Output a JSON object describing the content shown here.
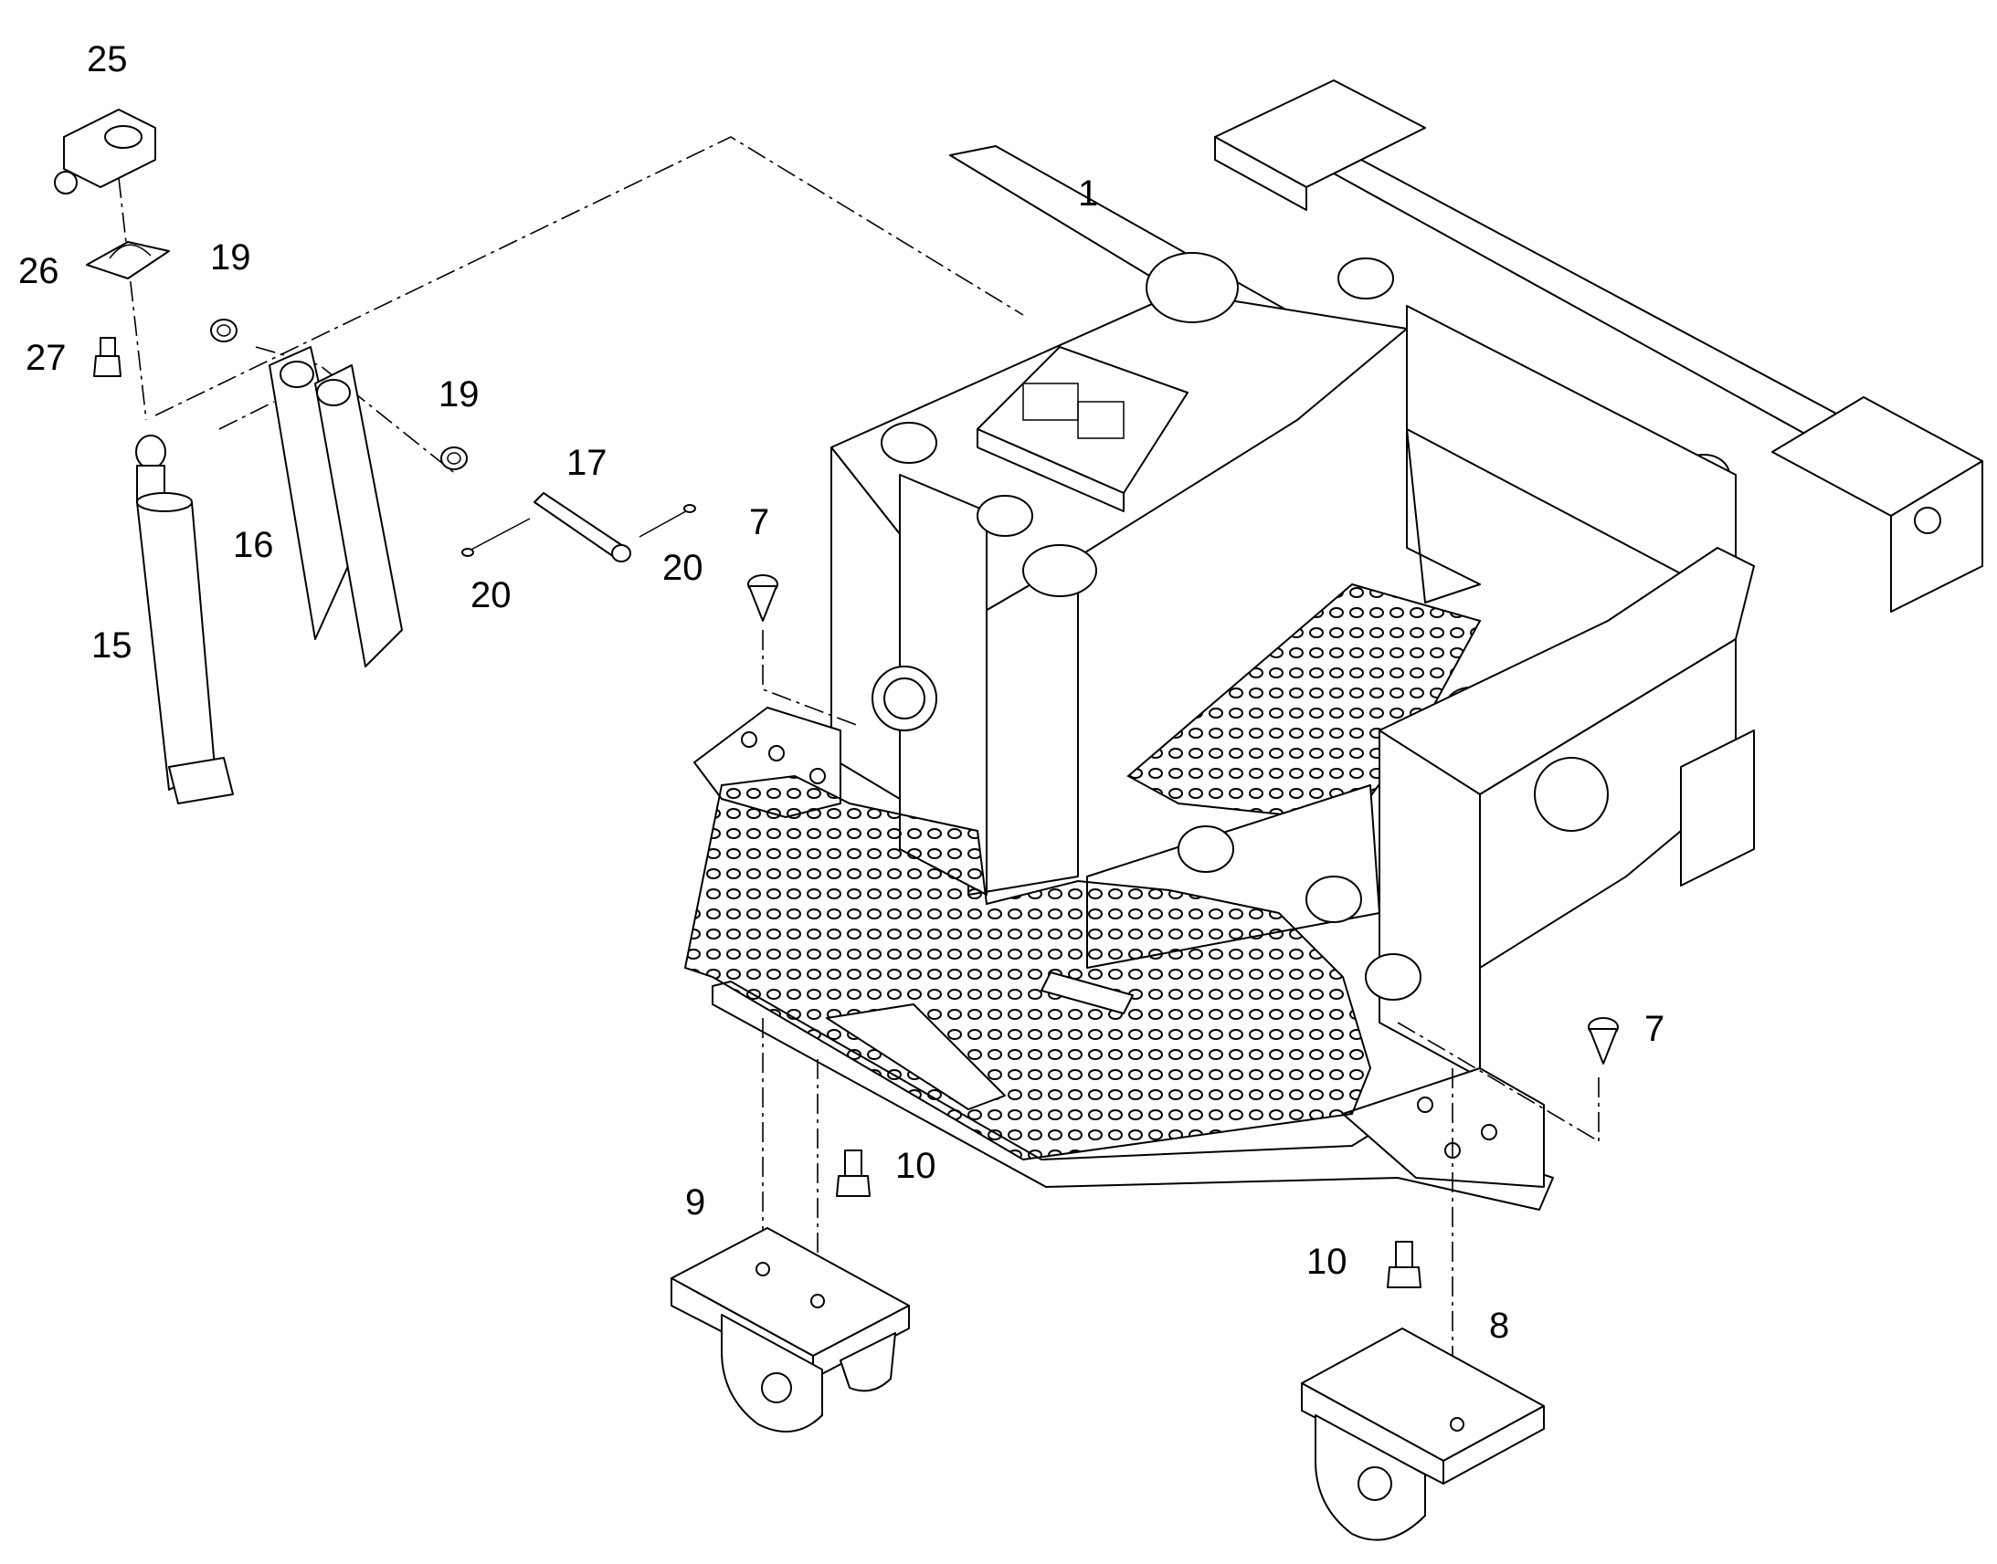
{
  "labels": {
    "p1": "1",
    "p7a": "7",
    "p7b": "7",
    "p8": "8",
    "p9": "9",
    "p10a": "10",
    "p10b": "10",
    "p15": "15",
    "p16": "16",
    "p17": "17",
    "p19a": "19",
    "p19b": "19",
    "p20a": "20",
    "p20b": "20",
    "p25": "25",
    "p26": "26",
    "p27": "27"
  }
}
